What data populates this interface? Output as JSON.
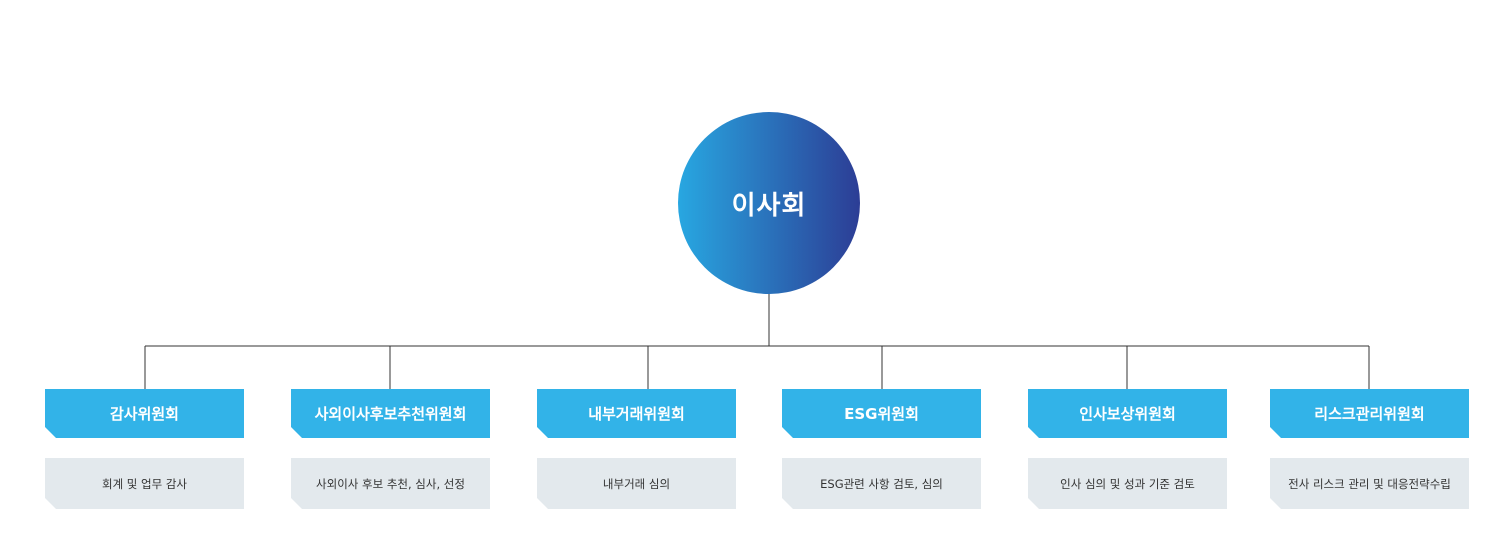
{
  "board": {
    "title": "이사회"
  },
  "committees": [
    {
      "name": "감사위원회",
      "description": "회계 및 업무 감사"
    },
    {
      "name": "사외이사후보추천위원회",
      "description": "사외이사 후보 추천, 심사, 선정"
    },
    {
      "name": "내부거래위원회",
      "description": "내부거래 심의"
    },
    {
      "name": "ESG위원회",
      "description": "ESG관련 사항 검토, 심의"
    },
    {
      "name": "인사보상위원회",
      "description": "인사 심의 및 성과 기준 검토"
    },
    {
      "name": "리스크관리위원회",
      "description": "전사 리스크 관리 및 대응전략수립"
    }
  ],
  "colors": {
    "circle_gradient_start": "#28a7e1",
    "circle_gradient_end": "#2c3d95",
    "header_fill": "#32b3e8",
    "description_fill": "#e3e9ed",
    "connector_line": "#333333"
  }
}
